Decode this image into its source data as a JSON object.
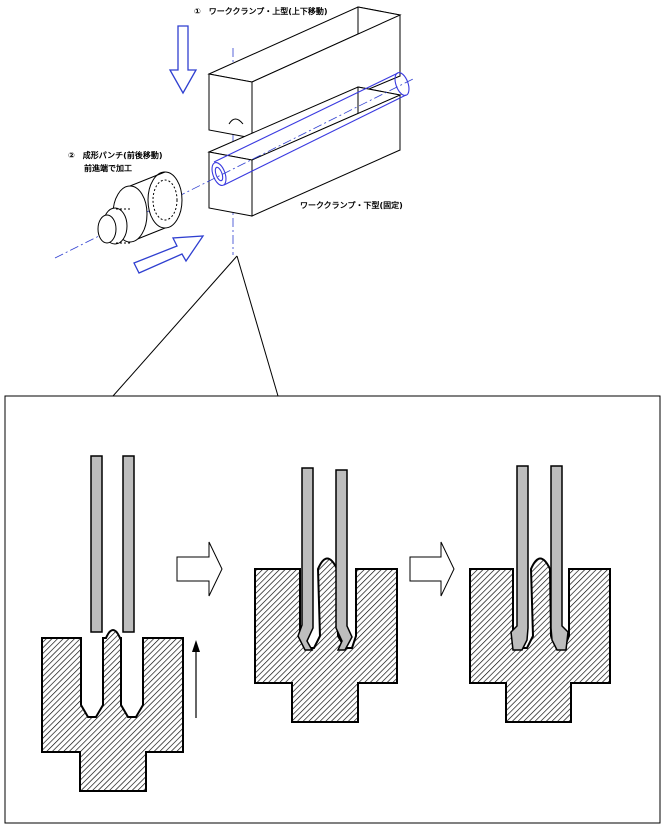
{
  "labels": {
    "step1": "①　ワーククランプ・上型(上下移動)",
    "step2_line1": "②　成形パンチ(前後移動)",
    "step2_line2": "前進端で加工",
    "lower_clamp": "ワーククランプ・下型(固定)"
  },
  "icons": {
    "down_arrow": "down-arrow-icon",
    "forward_arrow": "forward-arrow-icon",
    "step_arrow": "right-block-arrow-icon",
    "up_arrow": "up-arrow-icon"
  },
  "colors": {
    "arrow_blue": "#2f3fd0",
    "tube_blue": "#3a3ae0",
    "tube_wall": "#bdbdbd",
    "die_hatch": "#000000"
  }
}
